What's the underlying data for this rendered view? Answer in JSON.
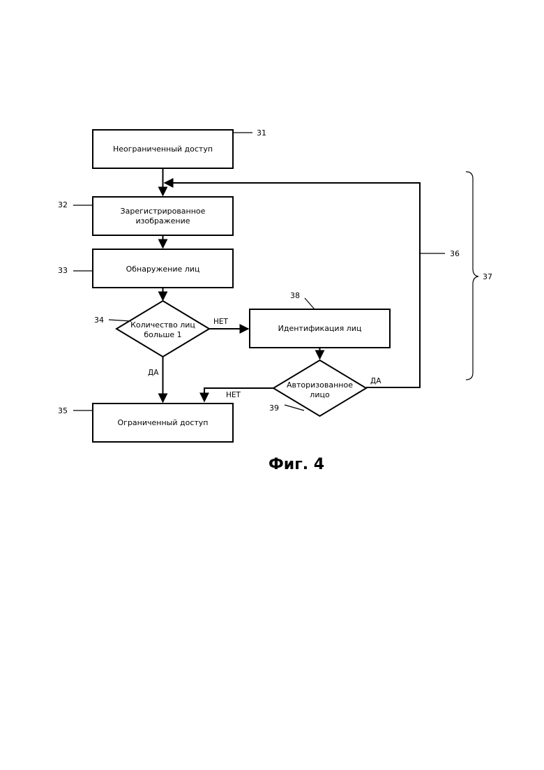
{
  "figure": {
    "caption": "Фиг. 4",
    "nodes": {
      "unrestricted": {
        "ref": "31",
        "lines": [
          "Неограниченный доступ"
        ]
      },
      "registered": {
        "ref": "32",
        "lines": [
          "Зарегистрированное",
          "изображение"
        ]
      },
      "detection": {
        "ref": "33",
        "lines": [
          "Обнаружение лиц"
        ]
      },
      "count": {
        "ref": "34",
        "lines": [
          "Количество лиц",
          "больше 1"
        ]
      },
      "restricted": {
        "ref": "35",
        "lines": [
          "Ограниченный доступ"
        ]
      },
      "identification": {
        "ref": "38",
        "lines": [
          "Идентификация лиц"
        ]
      },
      "authorized": {
        "ref": "39",
        "lines": [
          "Авторизованное",
          "лицо"
        ]
      }
    },
    "refs": {
      "loop": "36",
      "bracket": "37"
    },
    "edges": {
      "count_no": "НЕТ",
      "count_yes": "ДА",
      "authorized_no": "НЕТ",
      "authorized_yes": "ДА"
    }
  }
}
